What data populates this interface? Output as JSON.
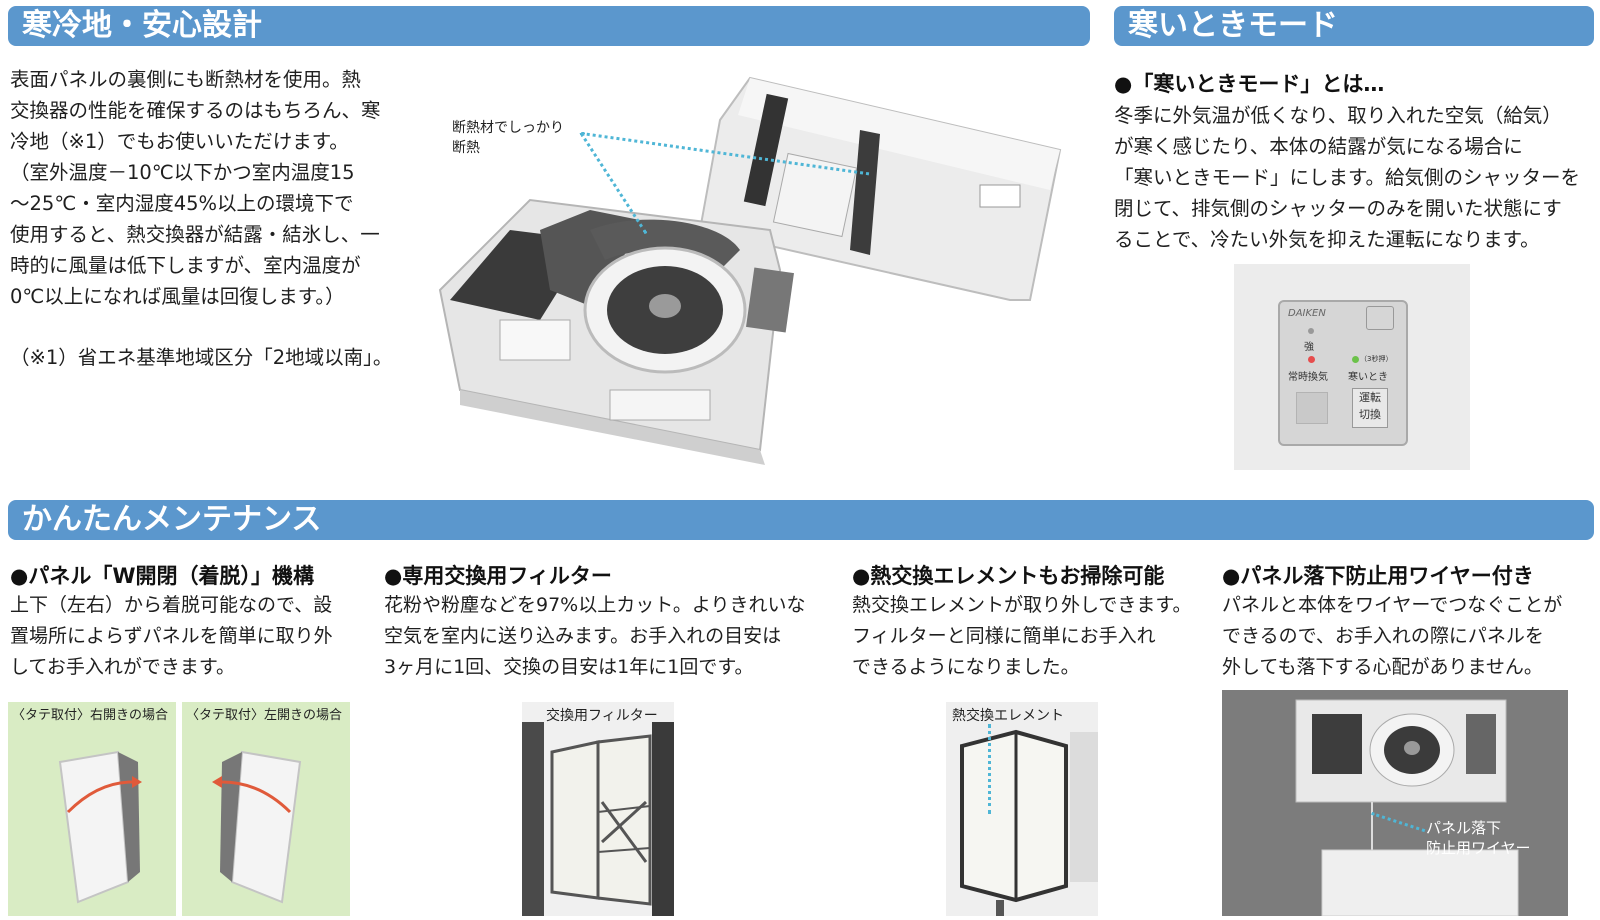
{
  "sections": {
    "cold": {
      "title": "寒冷地・安心設計",
      "body": "表面パネルの裏側にも断熱材を使用。熱\n交換器の性能を確保するのはもちろん、寒\n冷地（※1）でもお使いいただけます。\n（室外温度－10℃以下かつ室内温度15\n～25℃・室内湿度45%以上の環境下で\n使用すると、熱交換器が結露・結氷し、一\n時的に風量は低下しますが、室内温度が\n0℃以上になれば風量は回復します。）",
      "note": "（※1）省エネ基準地域区分「2地域以南」。",
      "callout": "断熱材でしっかり\n断熱"
    },
    "coldmode": {
      "title": "寒いときモード",
      "heading": "●「寒いときモード」とは…",
      "body": "冬季に外気温が低くなり、取り入れた空気（給気）\nが寒く感じたり、本体の結露が気になる場合に\n「寒いときモード」にします。給気側のシャッターを\n閉じて、排気側のシャッターのみを開いた状態にす\nることで、冷たい外気を抑えた運転になります。",
      "panel": {
        "brand": "DAIKEN",
        "strong": "強",
        "normal": "常時換気",
        "secs": "（3秒押）",
        "cold": "寒いとき",
        "switch1": "運転",
        "switch2": "切換"
      }
    },
    "maint": {
      "title": "かんたんメンテナンス",
      "items": [
        {
          "heading": "●パネル「W開閉（着脱）」機構",
          "body": "上下（左右）から着脱可能なので、設\n置場所によらずパネルを簡単に取り外\nしてお手入れができます。",
          "cap1": "〈タテ取付〉右開きの場合",
          "cap2": "〈タテ取付〉左開きの場合"
        },
        {
          "heading": "●専用交換用フィルター",
          "body": "花粉や粉塵などを97%以上カット。よりきれいな\n空気を室内に送り込みます。お手入れの目安は\n3ヶ月に1回、交換の目安は1年に1回です。",
          "cap": "交換用フィルター"
        },
        {
          "heading": "●熱交換エレメントもお掃除可能",
          "body": "熱交換エレメントが取り外しできます。\nフィルターと同様に簡単にお手入れ\nできるようになりました。",
          "cap": "熱交換エレメント"
        },
        {
          "heading": "●パネル落下防止用ワイヤー付き",
          "body": "パネルと本体をワイヤーでつなぐことが\nできるので、お手入れの際にパネルを\n外しても落下する心配がありません。",
          "cap": "パネル落下\n防止用ワイヤー"
        }
      ]
    }
  },
  "colors": {
    "band": "#5b97cd",
    "dots": "#4fb6d6",
    "green_bg": "#d9ecc4",
    "arrow": "#e05a3a"
  }
}
